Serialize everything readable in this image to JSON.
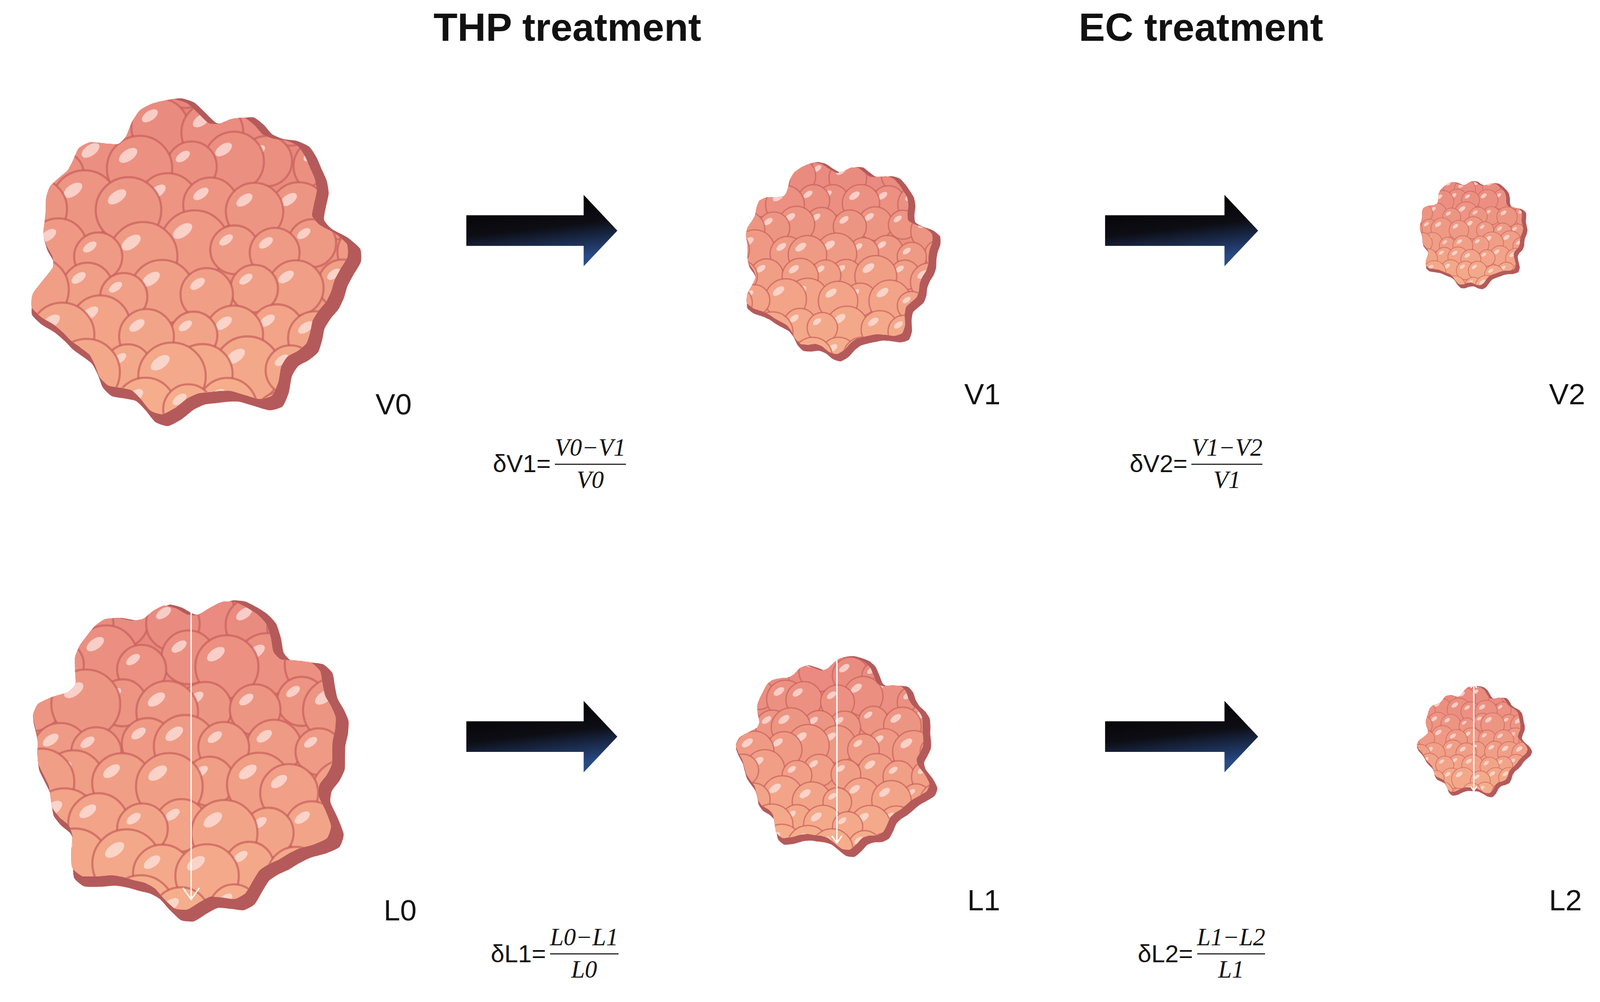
{
  "diagram": {
    "nodes": [
      {
        "text": [
          "V0"
        ]
      },
      {
        "text": [
          "V1"
        ]
      },
      {
        "text": [
          "V2"
        ]
      },
      {
        "text": [
          "L0"
        ]
      },
      {
        "text": [
          "L1"
        ]
      },
      {
        "text": [
          "L2"
        ]
      }
    ],
    "edges": [
      {
        "from": 0,
        "to": 1,
        "arrow": "to"
      },
      {
        "from": 1,
        "to": 2,
        "arrow": "to"
      },
      {
        "from": 3,
        "to": 4,
        "arrow": "to"
      },
      {
        "from": 4,
        "to": 5,
        "arrow": "to"
      }
    ],
    "labels": [
      "THP treatment",
      "EC treatment",
      "δV1=",
      "V0−V1",
      "V0",
      "δV2=",
      "V1−V2",
      "V1",
      "δL1=",
      "L0−L1",
      "L0",
      "δL2=",
      "L1−L2",
      "L1"
    ]
  }
}
